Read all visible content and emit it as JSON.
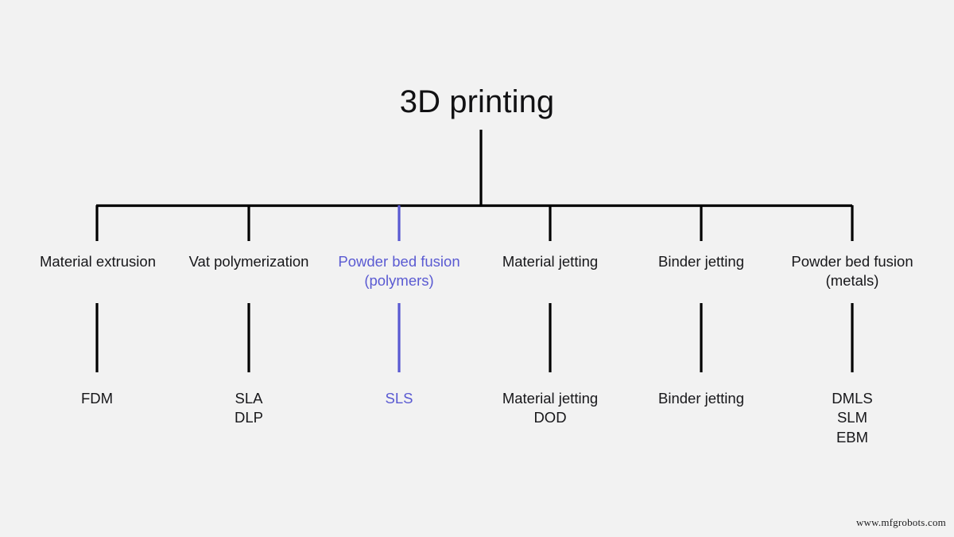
{
  "diagram": {
    "type": "tree",
    "title": "3D printing",
    "accent_color": "#5a5ad2",
    "line_color": "#000000",
    "background_color": "#f2f2f2",
    "categories": [
      {
        "label": "Material extrusion",
        "sublabel": "",
        "highlighted": false,
        "children": [
          "FDM"
        ]
      },
      {
        "label": "Vat polymerization",
        "sublabel": "",
        "highlighted": false,
        "children": [
          "SLA",
          "DLP"
        ]
      },
      {
        "label": "Powder bed fusion",
        "sublabel": "(polymers)",
        "highlighted": true,
        "children": [
          "SLS"
        ]
      },
      {
        "label": "Material jetting",
        "sublabel": "",
        "highlighted": false,
        "children": [
          "Material jetting",
          "DOD"
        ]
      },
      {
        "label": "Binder jetting",
        "sublabel": "",
        "highlighted": false,
        "children": [
          "Binder jetting"
        ]
      },
      {
        "label": "Powder bed fusion",
        "sublabel": "(metals)",
        "highlighted": false,
        "children": [
          "DMLS",
          "SLM",
          "EBM"
        ]
      }
    ]
  },
  "watermark": {
    "text": "www.mfgrobots.com"
  }
}
